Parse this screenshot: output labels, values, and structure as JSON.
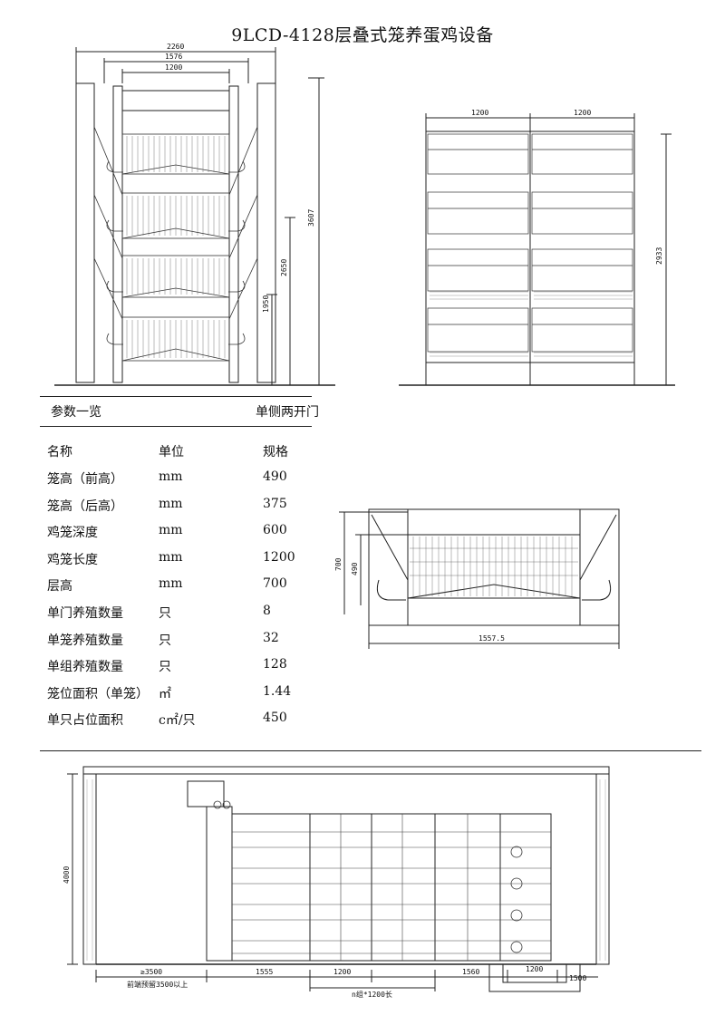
{
  "title": "9LCD-4128层叠式笼养蛋鸡设备",
  "front_view": {
    "dims": {
      "overall_width": "2260",
      "mid_width": "1576",
      "inner_width": "1200",
      "height_total": "3607",
      "height_2": "2650",
      "height_3": "1950"
    }
  },
  "side_view": {
    "dims": {
      "left_span": "1200",
      "right_span": "1200",
      "height": "2933"
    }
  },
  "params": {
    "section_label": "参数一览",
    "door_type": "单侧两开门",
    "headers": {
      "name": "名称",
      "unit": "单位",
      "spec": "规格"
    },
    "rows": [
      {
        "name": "笼高（前高）",
        "unit": "mm",
        "value": "490"
      },
      {
        "name": "笼高（后高）",
        "unit": "mm",
        "value": "375"
      },
      {
        "name": "鸡笼深度",
        "unit": "mm",
        "value": "600"
      },
      {
        "name": "鸡笼长度",
        "unit": "mm",
        "value": "1200"
      },
      {
        "name": "层高",
        "unit": "mm",
        "value": "700"
      },
      {
        "name": "单门养殖数量",
        "unit": "只",
        "value": "8"
      },
      {
        "name": "单笼养殖数量",
        "unit": "只",
        "value": "32"
      },
      {
        "name": "单组养殖数量",
        "unit": "只",
        "value": "128"
      },
      {
        "name": "笼位面积（单笼）",
        "unit": "㎡",
        "value": "1.44"
      },
      {
        "name": "单只占位面积",
        "unit": "c㎡/只",
        "value": "450"
      }
    ]
  },
  "section_view": {
    "dims": {
      "layer_height": "700",
      "cage_height": "490",
      "width": "1557.5"
    }
  },
  "plan_view": {
    "dims": {
      "height": "4000",
      "front_clearance": "≥3500",
      "front_note": "前端预留3500以上",
      "head_length": "1555",
      "cage_length": "1200",
      "count_note": "n组*1200长",
      "tail_length": "1560",
      "pit_width": "1200",
      "pit_clear": "1500"
    }
  }
}
